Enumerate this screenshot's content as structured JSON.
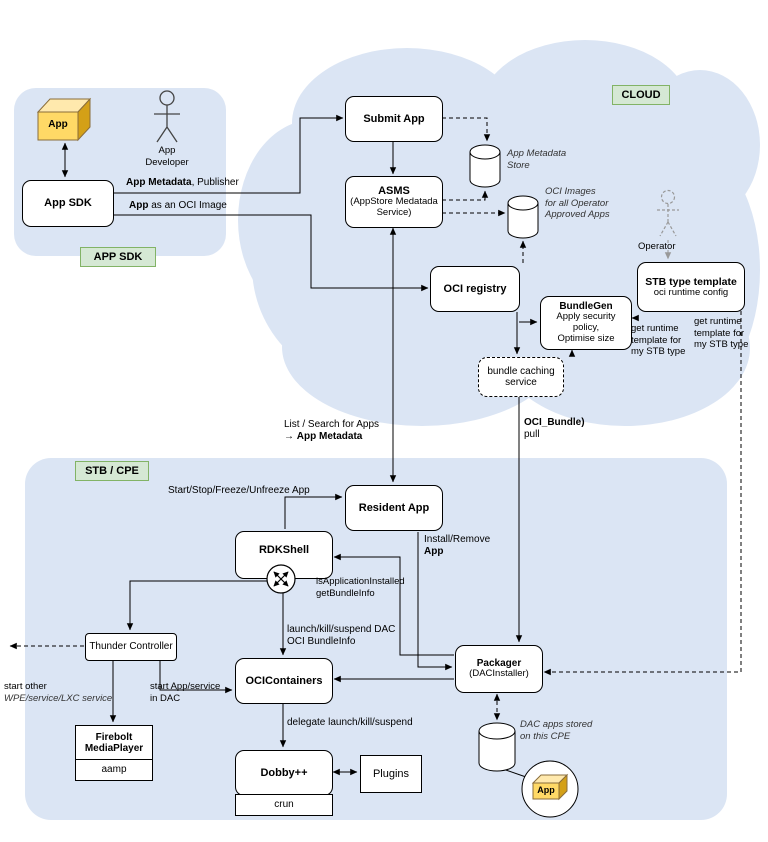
{
  "regions": {
    "app_sdk_tag": "APP SDK",
    "cloud_tag": "CLOUD",
    "stb_tag": "STB / CPE"
  },
  "app_sdk": {
    "cube_label": "App",
    "developer": {
      "line1": "App",
      "line2": "Developer"
    },
    "sdk_box": "App SDK",
    "edge_app_metadata": {
      "bold": "App Metadata",
      "rest": ", Publisher"
    },
    "edge_oci_image": {
      "bold": "App",
      "rest": " as an OCI Image"
    }
  },
  "cloud": {
    "submit_app": "Submit App",
    "asms": {
      "title": "ASMS",
      "sub1": "(AppStore Medatada",
      "sub2": "Service)"
    },
    "metadata_store": {
      "line1": "App Metadata",
      "line2": "Store"
    },
    "oci_images": {
      "line1": "OCI Images",
      "line2": "for all Operator",
      "line3": "Approved Apps"
    },
    "oci_registry": "OCI registry",
    "bundlegen": {
      "title": "BundleGen",
      "sub1": "Apply security",
      "sub2": "policy,",
      "sub3": "Optimise size"
    },
    "stb_template": {
      "title": "STB type template",
      "sub": "oci runtime config"
    },
    "bundle_caching": {
      "line1": "bundle caching",
      "line2": "service"
    },
    "operator_label": "Operator",
    "get_runtime_left": {
      "line1": "get runtime",
      "line2": "template for",
      "line3": "my STB type"
    },
    "get_runtime_right": {
      "line1": "get runtime",
      "line2": "template for",
      "line3": "my STB type"
    }
  },
  "middle": {
    "list_search": {
      "line1": "List / Search for Apps",
      "arrow": "→ ",
      "bold": "App Metadata"
    },
    "oci_bundle": {
      "line1": "OCI_Bundle)",
      "line2": "pull"
    }
  },
  "stb": {
    "resident_app": "Resident App",
    "rdkshell": "RDKShell",
    "thunder": "Thunder Controller",
    "ocicontainers": "OCIContainers",
    "packager": {
      "title": "Packager",
      "sub": "(DACInstaller)"
    },
    "firebolt": {
      "line1": "Firebolt",
      "line2": "MediaPlayer"
    },
    "aamp": "aamp",
    "dobby": "Dobby++",
    "crun": "crun",
    "plugins": "Plugins",
    "dac_store": {
      "line1": "DAC apps stored",
      "line2": "on this CPE"
    },
    "dac_cube_label": "App",
    "edges": {
      "start_stop": "Start/Stop/Freeze/Unfreeze App",
      "install_remove": {
        "line1": "Install/Remove",
        "line2": "App"
      },
      "is_installed": {
        "line1": "isApplicationInstalled",
        "line2": "getBundleInfo"
      },
      "launch_kill": {
        "line1": "launch/kill/suspend DAC",
        "line2": "OCI BundleInfo"
      },
      "start_other": {
        "line1": "start other",
        "line2": "WPE/service/LXC service"
      },
      "start_dac": {
        "line1": "start App/service",
        "line2": "in DAC"
      },
      "delegate": "delegate launch/kill/suspend"
    }
  },
  "colors": {
    "region_bg": "#dbe5f4",
    "tag_bg": "#d5e8d4",
    "tag_border": "#82b366",
    "cube_front": "#ffd966",
    "cube_top": "#ffe9ad",
    "cube_side": "#d4a017"
  }
}
